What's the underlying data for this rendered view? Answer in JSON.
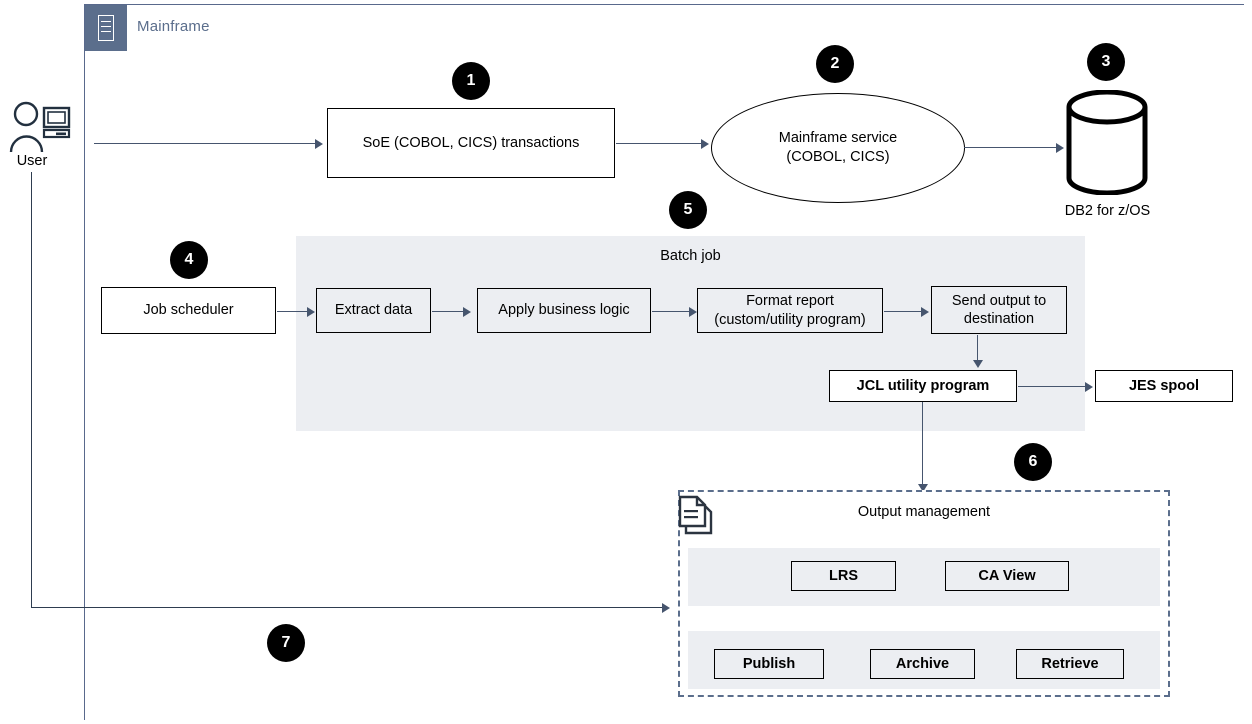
{
  "container": {
    "title": "Mainframe",
    "icon": "mainframe-server-icon",
    "accent_color": "#5b6e8c"
  },
  "actors": {
    "user": {
      "label": "User",
      "icon": "user-workstation-icon"
    }
  },
  "nodes": {
    "soe_transactions": "SoE (COBOL, CICS) transactions",
    "mainframe_service_line1": "Mainframe service",
    "mainframe_service_line2": "(COBOL, CICS)",
    "db2": "DB2 for z/OS",
    "job_scheduler": "Job scheduler",
    "extract_data": "Extract data",
    "apply_business_logic": "Apply business logic",
    "format_report_line1": "Format report",
    "format_report_line2": "(custom/utility  program)",
    "send_output_line1": "Send output to",
    "send_output_line2": "destination",
    "jcl_utility_program": "JCL utility  program",
    "jes_spool": "JES spool"
  },
  "batch_job": {
    "title": "Batch job"
  },
  "output_management": {
    "title": "Output  management",
    "icon": "document-stack-icon",
    "products": [
      "LRS",
      "CA View"
    ],
    "actions": [
      "Publish",
      "Archive",
      "Retrieve"
    ]
  },
  "badges": [
    {
      "number": "1"
    },
    {
      "number": "2"
    },
    {
      "number": "3"
    },
    {
      "number": "4"
    },
    {
      "number": "5"
    },
    {
      "number": "6"
    },
    {
      "number": "7"
    }
  ],
  "colors": {
    "panel_gray": "#eceef2",
    "connector": "#46556e",
    "accent": "#5b6e8c",
    "stroke": "#000000"
  }
}
